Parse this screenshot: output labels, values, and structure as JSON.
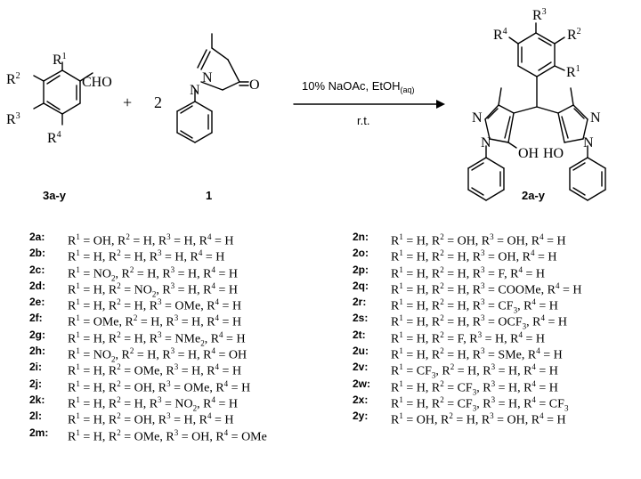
{
  "reactant_aldehyde": {
    "r1": "R",
    "r1_sup": "1",
    "r2": "R",
    "r2_sup": "2",
    "r3": "R",
    "r3_sup": "3",
    "r4": "R",
    "r4_sup": "4",
    "cho": "CHO",
    "label": "3a-y"
  },
  "plus_sign": "+",
  "coefficient": "2",
  "reactant_pyrazolone": {
    "n1": "N",
    "n2": "N",
    "o": "O",
    "label": "1"
  },
  "conditions": {
    "top_main": "10% NaOAc, EtOH",
    "top_sub": "(aq)",
    "bottom": "r.t."
  },
  "product": {
    "r1": "R",
    "r1_sup": "1",
    "r2": "R",
    "r2_sup": "2",
    "r3": "R",
    "r3_sup": "3",
    "r4": "R",
    "r4_sup": "4",
    "n_left_top": "N",
    "n_left_bottom": "N",
    "n_right_top": "N",
    "n_right_bottom": "N",
    "oh_left": "OH",
    "oh_right": "HO",
    "label": "2a-y"
  },
  "compounds_left": [
    {
      "id": "2a:",
      "parts": [
        "R",
        "1",
        " = OH, R",
        "2",
        " = H, R",
        "3",
        " = H, R",
        "4",
        " = H"
      ]
    },
    {
      "id": "2b:",
      "parts": [
        "R",
        "1",
        " = H, R",
        "2",
        " = H, R",
        "3",
        " = H, R",
        "4",
        " = H"
      ]
    },
    {
      "id": "2c:",
      "parts": [
        "R",
        "1",
        " = NO",
        null,
        "2",
        ", R",
        "2",
        " = H, R",
        "3",
        " = H, R",
        "4",
        " = H"
      ]
    },
    {
      "id": "2d:",
      "parts": [
        "R",
        "1",
        " = H, R",
        "2",
        " = NO",
        null,
        "2",
        ", R",
        "3",
        " = H, R",
        "4",
        " = H"
      ]
    },
    {
      "id": "2e:",
      "parts": [
        "R",
        "1",
        " = H, R",
        "2",
        " = H, R",
        "3",
        " = OMe, R",
        "4",
        " = H"
      ]
    },
    {
      "id": "2f:",
      "parts": [
        "R",
        "1",
        " = OMe, R",
        "2",
        " = H, R",
        "3",
        " = H, R",
        "4",
        " = H"
      ]
    },
    {
      "id": "2g:",
      "parts": [
        "R",
        "1",
        " = H, R",
        "2",
        " = H, R",
        "3",
        " = NMe",
        null,
        "2",
        ", R",
        "4",
        " = H"
      ]
    },
    {
      "id": "2h:",
      "parts": [
        "R",
        "1",
        " = NO",
        null,
        "2",
        ", R",
        "2",
        " = H, R",
        "3",
        " = H, R",
        "4",
        " = OH"
      ]
    },
    {
      "id": "2i:",
      "parts": [
        "R",
        "1",
        " = H, R",
        "2",
        " = OMe, R",
        "3",
        " = H, R",
        "4",
        " = H"
      ]
    },
    {
      "id": "2j:",
      "parts": [
        "R",
        "1",
        " = H, R",
        "2",
        " = OH, R",
        "3",
        " = OMe, R",
        "4",
        " = H"
      ]
    },
    {
      "id": "2k:",
      "parts": [
        "R",
        "1",
        " = H, R",
        "2",
        " = H, R",
        "3",
        " = NO",
        null,
        "2",
        ", R",
        "4",
        " = H"
      ]
    },
    {
      "id": "2l:",
      "parts": [
        "R",
        "1",
        " = H, R",
        "2",
        " = OH, R",
        "3",
        " = H, R",
        "4",
        " = H"
      ]
    },
    {
      "id": "2m:",
      "parts": [
        "R",
        "1",
        " = H, R",
        "2",
        " = OMe, R",
        "3",
        " = OH, R",
        "4",
        " = OMe"
      ]
    }
  ],
  "compounds_right": [
    {
      "id": "2n:",
      "parts": [
        "R",
        "1",
        " = H, R",
        "2",
        " = OH, R",
        "3",
        " = OH, R",
        "4",
        " = H"
      ]
    },
    {
      "id": "2o:",
      "parts": [
        "R",
        "1",
        " = H, R",
        "2",
        " = H, R",
        "3",
        " = OH, R",
        "4",
        " = H"
      ]
    },
    {
      "id": "2p:",
      "parts": [
        "R",
        "1",
        " = H, R",
        "2",
        " = H, R",
        "3",
        " = F, R",
        "4",
        " = H"
      ]
    },
    {
      "id": "2q:",
      "parts": [
        "R",
        "1",
        " = H, R",
        "2",
        " = H, R",
        "3",
        " = COOMe, R",
        "4",
        " = H"
      ]
    },
    {
      "id": "2r:",
      "parts": [
        "R",
        "1",
        " = H, R",
        "2",
        " = H, R",
        "3",
        " = CF",
        null,
        "3",
        ", R",
        "4",
        " = H"
      ]
    },
    {
      "id": "2s:",
      "parts": [
        "R",
        "1",
        " = H, R",
        "2",
        " = H, R",
        "3",
        " = OCF",
        null,
        "3",
        ", R",
        "4",
        " = H"
      ]
    },
    {
      "id": "2t:",
      "parts": [
        "R",
        "1",
        " = H, R",
        "2",
        " = F, R",
        "3",
        " = H, R",
        "4",
        " = H"
      ]
    },
    {
      "id": "2u:",
      "parts": [
        "R",
        "1",
        " = H, R",
        "2",
        " = H, R",
        "3",
        " = SMe, R",
        "4",
        " = H"
      ]
    },
    {
      "id": "2v:",
      "parts": [
        "R",
        "1",
        " = CF",
        null,
        "3",
        ", R",
        "2",
        " = H, R",
        "3",
        " = H, R",
        "4",
        " = H"
      ]
    },
    {
      "id": "2w:",
      "parts": [
        "R",
        "1",
        " = H, R",
        "2",
        " = CF",
        null,
        "3",
        ", R",
        "3",
        " = H, R",
        "4",
        " = H"
      ]
    },
    {
      "id": "2x:",
      "parts": [
        "R",
        "1",
        " = H, R",
        "2",
        " = CF",
        null,
        "3",
        ", R",
        "3",
        " = H, R",
        "4",
        " = CF",
        null,
        "3"
      ]
    },
    {
      "id": "2y:",
      "parts": [
        "R",
        "1",
        " = OH, R",
        "2",
        " = H, R",
        "3",
        " = OH, R",
        "4",
        " = H"
      ]
    }
  ]
}
